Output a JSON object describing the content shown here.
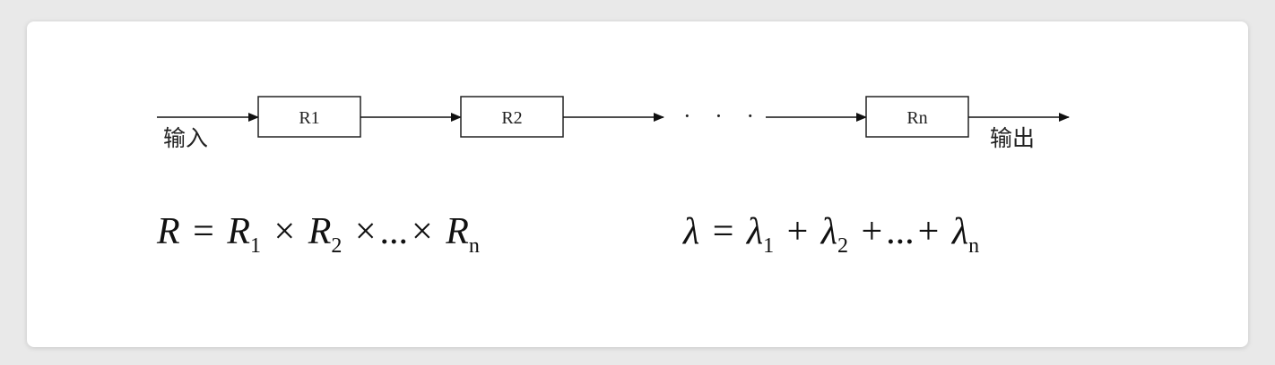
{
  "diagram": {
    "input_label": "输入",
    "output_label": "输出",
    "blocks": [
      "R1",
      "R2",
      "Rn"
    ],
    "ellipsis": "· · ·"
  },
  "formulas": {
    "reliability": {
      "lhs": "R",
      "eq": "=",
      "terms": [
        "R",
        "R",
        "R"
      ],
      "subs": [
        "1",
        "2",
        "n"
      ],
      "op": "×",
      "ellipsis": "..."
    },
    "failure_rate": {
      "lhs": "λ",
      "eq": "=",
      "terms": [
        "λ",
        "λ",
        "λ"
      ],
      "subs": [
        "1",
        "2",
        "n"
      ],
      "op": "+",
      "ellipsis": "..."
    }
  }
}
